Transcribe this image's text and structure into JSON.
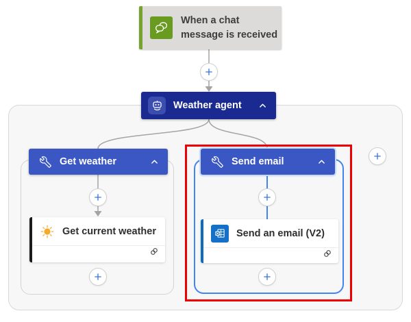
{
  "colors": {
    "trigger_bar_green": "#76a22d",
    "trigger_icon_green": "#699b21",
    "trigger_bg_gray": "#dcdbda",
    "agent_navy": "#1a2a90",
    "scope_blue": "#3b57c3",
    "selection_blue": "#4084f4",
    "outlook_blue": "#1570c8",
    "action_bar_black": "#1b1b1b",
    "annotation_red": "#ee0000",
    "connector_gray": "#a6a4a2",
    "plus_blue": "#3674dd",
    "container_bg": "#f7f7f7"
  },
  "trigger": {
    "title": "When a chat message is received",
    "icon": "chat-bubbles-icon"
  },
  "agent": {
    "title": "Weather agent",
    "icon": "bot-icon",
    "state": "expanded"
  },
  "branches": [
    {
      "header": "Get weather",
      "icon": "wrench-icon",
      "state": "expanded",
      "action": {
        "title": "Get current weather",
        "icon": "sun-icon"
      }
    },
    {
      "header": "Send email",
      "icon": "wrench-icon",
      "state": "expanded",
      "selected": true,
      "annotated": true,
      "action": {
        "title": "Send an email (V2)",
        "icon": "outlook-icon"
      }
    }
  ]
}
